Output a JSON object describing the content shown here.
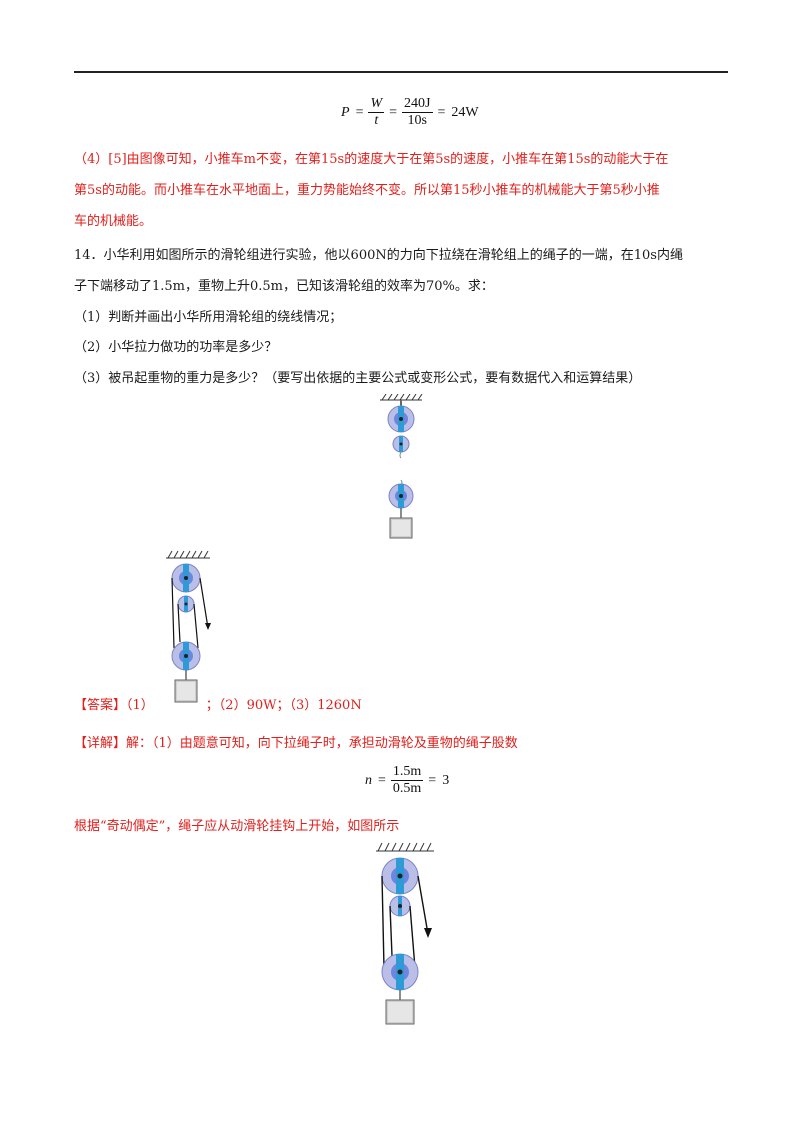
{
  "colors": {
    "answer_red": "#e0201c",
    "text": "#1a1a1a",
    "pulley_blue": "#3b5bd6"
  },
  "formula_power": {
    "lhs": "P",
    "frac1_num": "W",
    "frac1_den": "t",
    "frac2_num": "240J",
    "frac2_den": "10s",
    "result": "24W"
  },
  "part4_lines": [
    "（4）[5]由图像可知，小推车m不变，在第15s的速度大于在第5s的速度，小推车在第15s的动能大于在",
    "第5s的动能。而小推车在水平地面上，重力势能始终不变。所以第15秒小推车的机械能大于第5秒小推",
    "车的机械能。"
  ],
  "question14_lines": [
    "14．小华利用如图所示的滑轮组进行实验，他以600N的力向下拉绕在滑轮组上的绳子的一端，在10s内绳",
    "子下端移动了1.5m，重物上升0.5m，已知该滑轮组的效率为70%。求：",
    "（1）判断并画出小华所用滑轮组的绕线情况；",
    "（2）小华拉力做功的功率是多少？",
    "（3）被吊起重物的重力是多少？（要写出依据的主要公式或变形公式，要有数据代入和运算结果）"
  ],
  "answer": {
    "tag": "【答案】",
    "p1": "（1）",
    "p2": "；（2）90W；（3）1260N"
  },
  "detail": {
    "tag": "【详解】",
    "text": "解：（1）由题意可知，向下拉绳子时，承担动滑轮及重物的绳子股数"
  },
  "formula_n": {
    "lhs": "n",
    "num": "1.5m",
    "den": "0.5m",
    "result": "3"
  },
  "rule_line": "根据“奇动偶定”，绳子应从动滑轮挂钩上开始，如图所示"
}
